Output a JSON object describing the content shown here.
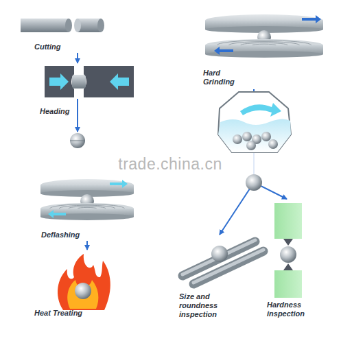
{
  "diagram": {
    "nodes": [
      {
        "text": [
          "Cutting"
        ]
      },
      {
        "text": [
          "Heading"
        ]
      },
      {
        "text": [
          "Deflashing"
        ]
      },
      {
        "text": [
          "Heat Treating"
        ]
      },
      {
        "text": [
          "Hard Grinding"
        ]
      },
      {
        "text": [
          "Size and roundness inspection"
        ]
      },
      {
        "text": [
          "Hardness inspection"
        ]
      }
    ],
    "edges": [
      {
        "from": 0,
        "to": 1,
        "arrow": "to"
      },
      {
        "from": 2,
        "to": 3,
        "arrow": "to"
      },
      {
        "from": 4,
        "to": 5,
        "arrow": "to"
      },
      {
        "from": 4,
        "to": 6,
        "arrow": "to"
      }
    ],
    "labels": [
      "trade.china.cn"
    ]
  }
}
